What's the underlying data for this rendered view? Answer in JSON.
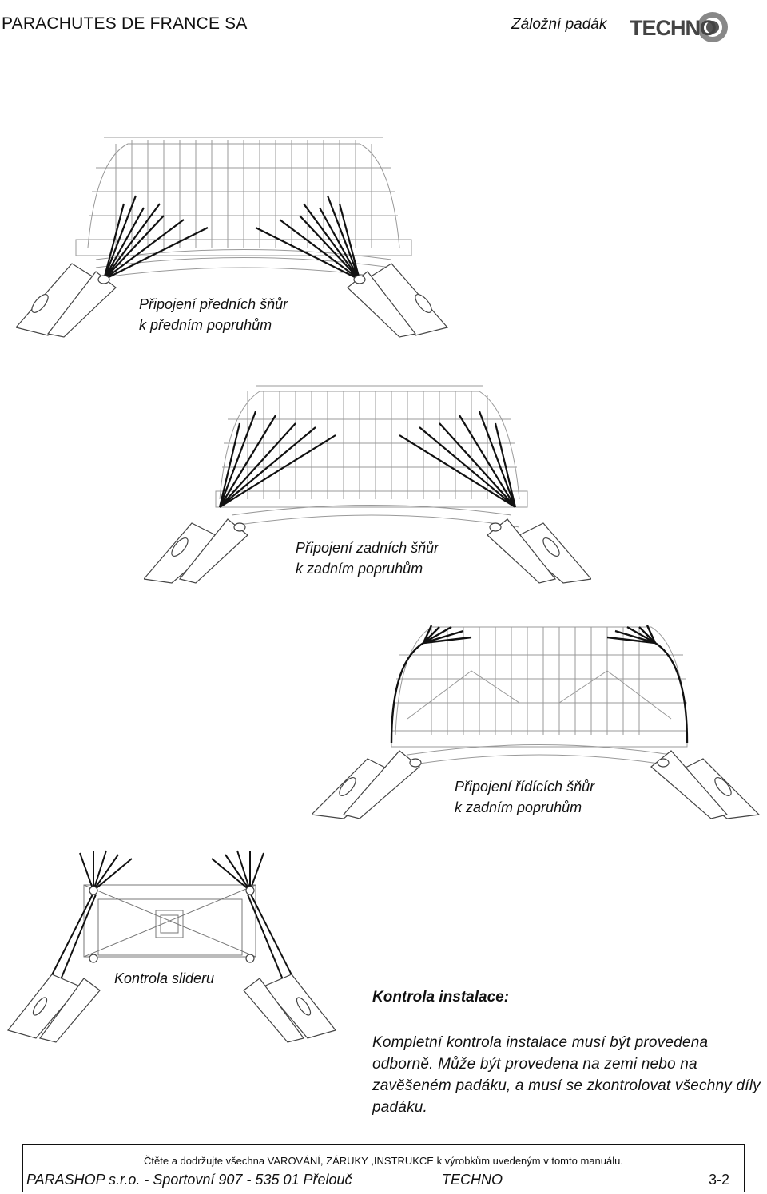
{
  "header": {
    "company": "PARACHUTES DE FRANCE SA",
    "document_title": "Záložní padák",
    "logo_text": "TECHNO"
  },
  "figures": [
    {
      "caption_line1": "Připojení předních šňůr",
      "caption_line2": "k předním popruhům"
    },
    {
      "caption_line1": "Připojení zadních šňůr",
      "caption_line2": "k zadním popruhům"
    },
    {
      "caption_line1": "Připojení řídících šňůr",
      "caption_line2": "k zadním popruhům"
    },
    {
      "caption_line1": "Kontrola slideru"
    }
  ],
  "section": {
    "heading": "Kontrola instalace:",
    "paragraph": "Kompletní kontrola instalace musí být provedena odborně. Může být provedena na zemi nebo na zavěšeném padáku, a musí se zkontrolovat všechny díly padáku."
  },
  "footer": {
    "note": "Čtěte a dodržujte všechna VAROVÁNÍ, ZÁRUKY ,INSTRUKCE k výrobkům uvedeným v tomto manuálu.",
    "publisher": "PARASHOP s.r.o. - Sportovní 907 - 535 01 Přelouč",
    "product": "TECHNO",
    "page": "3-2"
  }
}
